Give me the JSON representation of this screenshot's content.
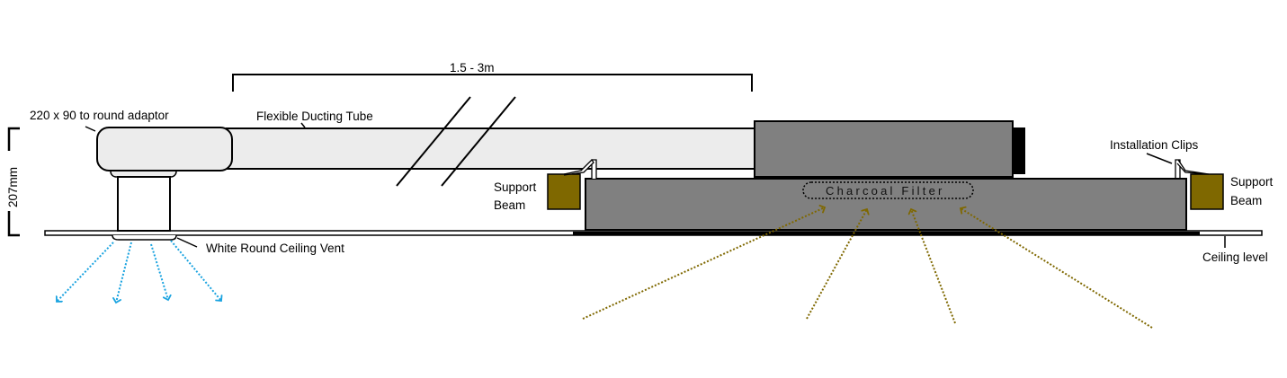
{
  "labels": {
    "height_dimension": "207mm",
    "length_dimension": "1.5 - 3m",
    "adaptor": "220 x 90 to round adaptor",
    "ducting_tube": "Flexible Ducting Tube",
    "ceiling_vent": "White Round Ceiling Vent",
    "support_beam_left_line1": "Support",
    "support_beam_left_line2": "Beam",
    "support_beam_right_line1": "Support",
    "support_beam_right_line2": "Beam",
    "installation_clips": "Installation Clips",
    "ceiling_level": "Ceiling level",
    "charcoal_filter": "Charcoal Filter"
  },
  "colors": {
    "duct_fill": "#ececec",
    "unit_fill": "#808080",
    "beam_fill": "#7f6800",
    "outflow_arrow": "#1aa3e0",
    "intake_arrow": "#7f6800"
  }
}
